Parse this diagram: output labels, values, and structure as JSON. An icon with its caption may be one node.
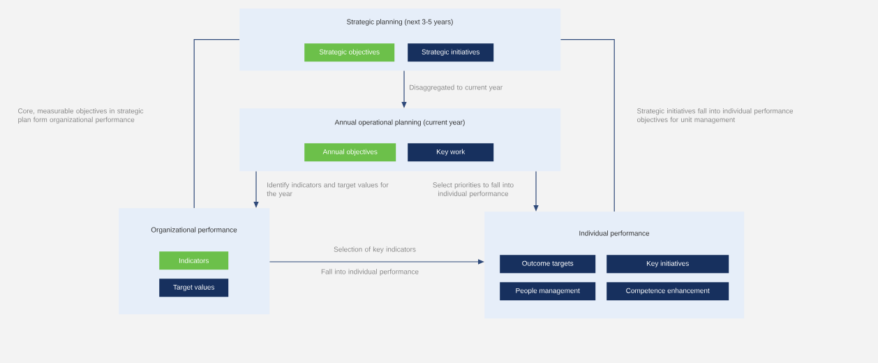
{
  "diagram": {
    "nodes": [
      {
        "text": [
          "Strategic planning (next 3-5 years)"
        ]
      },
      {
        "text": [
          "Strategic objectives"
        ],
        "in": 0
      },
      {
        "text": [
          "Strategic initiatives"
        ],
        "in": 0
      },
      {
        "text": [
          "Annual operational planning (current year)"
        ]
      },
      {
        "text": [
          "Annual objectives"
        ],
        "in": 3
      },
      {
        "text": [
          "Key work"
        ],
        "in": 3
      },
      {
        "text": [
          "Organizational performance"
        ]
      },
      {
        "text": [
          "Indicators"
        ],
        "in": 6
      },
      {
        "text": [
          "Target values"
        ],
        "in": 6
      },
      {
        "text": [
          "Individual performance"
        ]
      },
      {
        "text": [
          "Outcome targets"
        ],
        "in": 9
      },
      {
        "text": [
          "Key initiatives"
        ],
        "in": 9
      },
      {
        "text": [
          "People management"
        ],
        "in": 9
      },
      {
        "text": [
          "Competence enhancement"
        ],
        "in": 9
      }
    ],
    "edges": [
      {
        "from": 0,
        "to": 3,
        "arrow": "to",
        "label": "Disaggregated to current year"
      },
      {
        "from": 3,
        "to": 6,
        "arrow": "to",
        "label": "Identify indicators and target values for the year"
      },
      {
        "from": 3,
        "to": 9,
        "arrow": "to",
        "label": "Select priorities to fall into individual performance"
      },
      {
        "from": 6,
        "to": 9,
        "arrow": "to",
        "label": "Selection of key indicators"
      },
      {
        "from": 6,
        "to": 0,
        "arrow": "none"
      },
      {
        "from": 0,
        "to": 9,
        "arrow": "none"
      }
    ],
    "labels": [
      "Core, measurable objectives in strategic plan form organizational performance",
      "Strategic initiatives fall into individual performance objectives for unit management",
      "Fall into individual performance"
    ]
  }
}
